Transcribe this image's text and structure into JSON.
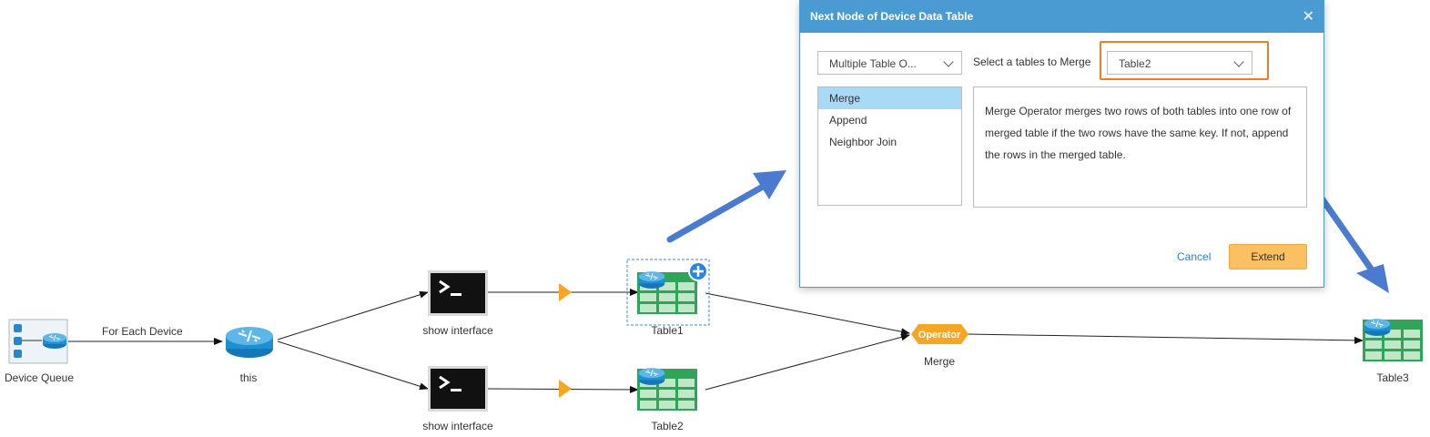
{
  "flow": {
    "nodes": {
      "device_queue": "Device Queue",
      "this": "this",
      "show_interface_top": "show interface",
      "show_interface_bottom": "show interface",
      "table1": "Table1",
      "table2": "Table2",
      "operator_badge": "Operator",
      "merge": "Merge",
      "table3": "Table3"
    },
    "edges": {
      "for_each_device": "For Each Device"
    }
  },
  "dialog": {
    "title": "Next Node of Device Data Table",
    "close_symbol": "✕",
    "operation_select": "Multiple Table O...",
    "merge_target_label": "Select a tables to Merge",
    "merge_target_value": "Table2",
    "operations": [
      "Merge",
      "Append",
      "Neighbor Join"
    ],
    "selected_operation": "Merge",
    "description": "Merge Operator merges two rows of both tables into one row of merged table if the two rows have the same key. If not, append the rows in the merged table.",
    "cancel_label": "Cancel",
    "extend_label": "Extend"
  },
  "colors": {
    "dialog_header": "#4b9bd3",
    "highlight_frame": "#ef7d22",
    "arrow_annotation": "#4a7bd0",
    "table_green": "#2fa55a",
    "router_blue": "#1e8fd0",
    "operator_orange": "#f5a623",
    "extend_button": "#fbc062"
  },
  "icons": [
    "device-queue-icon",
    "router-icon",
    "terminal-icon",
    "table-icon",
    "plus-icon",
    "operator-icon",
    "annotation-arrow",
    "close-icon",
    "chevron-down-icon"
  ]
}
